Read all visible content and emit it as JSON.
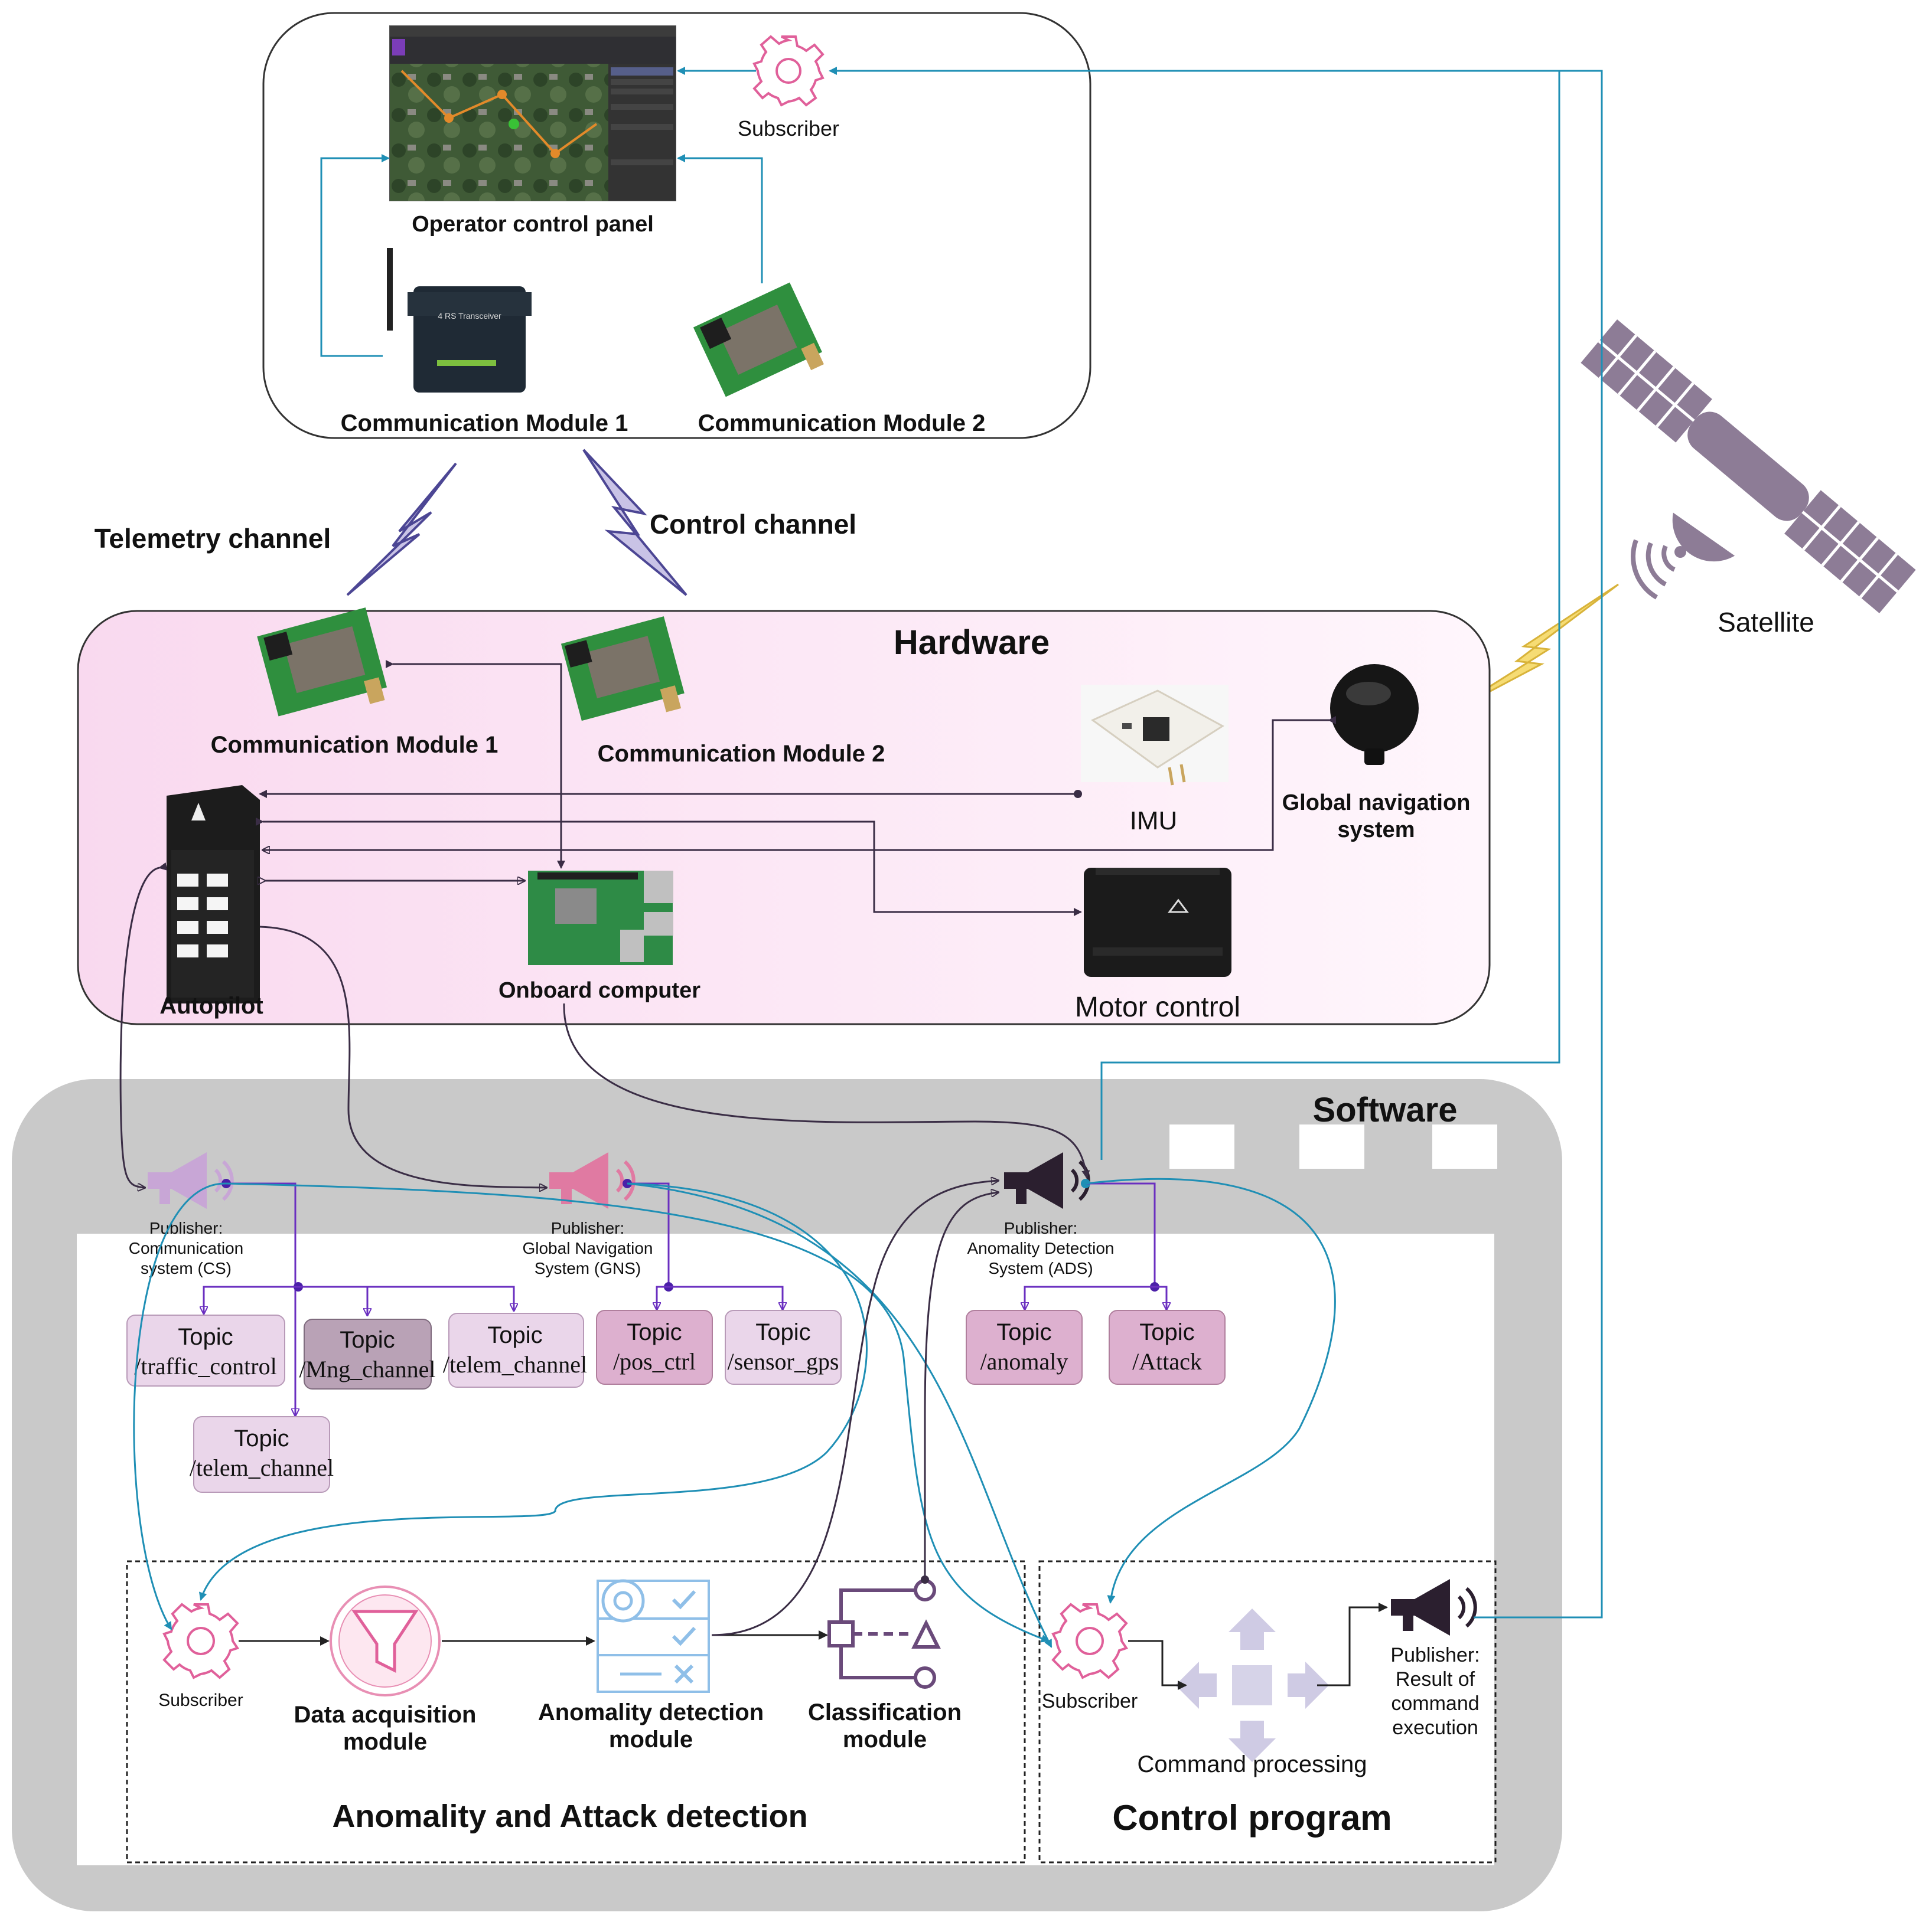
{
  "ground_station": {
    "panel_label": "Operator control panel",
    "subscriber_label": "Subscriber",
    "comm1_label": "Communication Module 1",
    "comm2_label": "Communication Module 2"
  },
  "channels": {
    "telemetry": "Telemetry channel",
    "control": "Control channel"
  },
  "satellite_label": "Satellite",
  "hardware": {
    "title": "Hardware",
    "comm1_label": "Communication Module 1",
    "comm2_label": "Communication Module 2",
    "imu_label": "IMU",
    "gns_label_1": "Global navigation",
    "gns_label_2": "system",
    "autopilot_label": "Autopilot",
    "onboard_label": "Onboard computer",
    "motor_label": "Motor control"
  },
  "software": {
    "title": "Software",
    "pub_cs": [
      "Publisher:",
      "Communication",
      "system (CS)"
    ],
    "pub_gns": [
      "Publisher:",
      "Global Navigation",
      "System (GNS)"
    ],
    "pub_ads": [
      "Publisher:",
      "Anomality Detection",
      "System (ADS)"
    ],
    "topics": [
      {
        "t1": "Topic",
        "t2": "/traffic_control"
      },
      {
        "t1": "Topic",
        "t2": "/Mng_channel"
      },
      {
        "t1": "Topic",
        "t2": "/telem_channel"
      },
      {
        "t1": "Topic",
        "t2": "/pos_ctrl"
      },
      {
        "t1": "Topic",
        "t2": "/sensor_gps"
      },
      {
        "t1": "Topic",
        "t2": "/anomaly"
      },
      {
        "t1": "Topic",
        "t2": "/Attack"
      },
      {
        "t1": "Topic",
        "t2": "/telem_channel"
      }
    ],
    "detection": {
      "title": "Anomality and Attack detection",
      "subscriber": "Subscriber",
      "acq_1": "Data acquisition",
      "acq_2": "module",
      "anom_1": "Anomality detection",
      "anom_2": "module",
      "class_1": "Classification",
      "class_2": "module"
    },
    "control": {
      "title": "Control program",
      "subscriber": "Subscriber",
      "processing": "Command processing",
      "pub_result": [
        "Publisher:",
        "Result of",
        "command",
        "execution"
      ]
    }
  },
  "colors": {
    "teal": "#1f8fb5",
    "purple": "#6a2fc0",
    "dark": "#3a2d45",
    "hardware_bg": "#fdeefa",
    "software_bg": "#c9c9c9",
    "topic_light": "#ead6ea",
    "topic_mid": "#ddb0cf",
    "topic_dark": "#b9a2b6",
    "bolt": "#5f5a9f",
    "bolt_gold": "#f3d24a"
  }
}
